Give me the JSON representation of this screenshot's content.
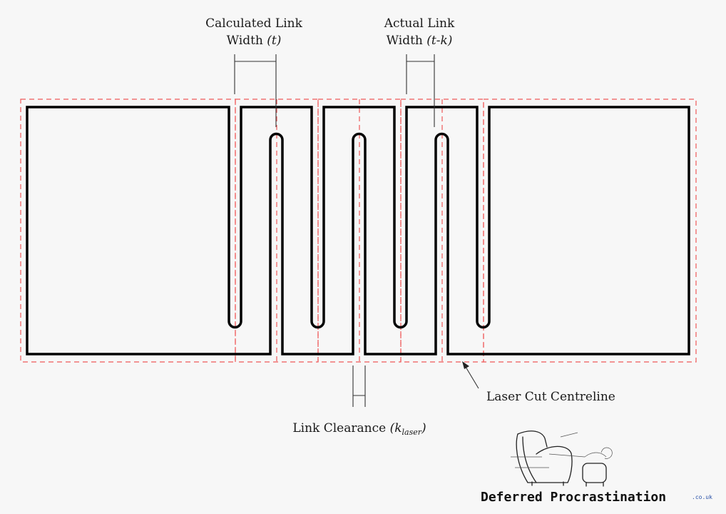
{
  "labels": {
    "calculated": {
      "line1": "Calculated Link",
      "line2": "Width ",
      "symbol": "(t)"
    },
    "actual": {
      "line1": "Actual Link",
      "line2": "Width ",
      "symbol": "(t-k)"
    },
    "clearance": {
      "text": "Link Clearance ",
      "open": "(k",
      "subscript": "laser",
      "close": ")"
    },
    "centreline": {
      "text": "Laser Cut Centreline"
    }
  },
  "brand": {
    "name": "Deferred Procrastination",
    "suffix": ".co.uk"
  },
  "colors": {
    "cut_line": "#000000",
    "boundary_dashed": "#ef5a5a",
    "annotation": "#333333",
    "brand_suffix": "#2a52a8"
  }
}
